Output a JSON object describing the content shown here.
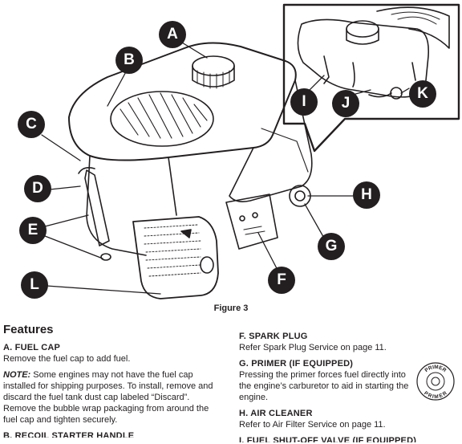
{
  "figure": {
    "caption": "Figure 3",
    "callouts": [
      "A",
      "B",
      "C",
      "D",
      "E",
      "F",
      "G",
      "H",
      "I",
      "J",
      "K",
      "L"
    ]
  },
  "features": {
    "heading": "Features",
    "a_title": "A.  FUEL CAP",
    "a_desc": "Remove the fuel cap to add fuel.",
    "note_label": "NOTE:",
    "note_text": " Some engines may not have the fuel cap installed for shipping purposes. To install, remove and discard the fuel tank dust cap labeled “Discard”. Remove the bubble wrap packaging from around the fuel cap and tighten securely.",
    "b_title": "B.  RECOIL STARTER HANDLE",
    "f_title": "F.  SPARK PLUG",
    "f_desc": "Refer Spark Plug Service on page 11.",
    "g_title": "G.  PRIMER (IF EQUIPPED)",
    "g_desc": "Pressing the primer forces fuel directly into the engine’s carburetor to aid in starting the engine.",
    "h_title": "H.  AIR CLEANER",
    "h_desc": "Refer to Air Filter Service on page 11.",
    "i_title": "I.  FUEL SHUT-OFF VALVE (IF EQUIPPED)"
  },
  "primer_badge": {
    "top_text": "PRIMER",
    "bottom_text": "PRIMER"
  }
}
